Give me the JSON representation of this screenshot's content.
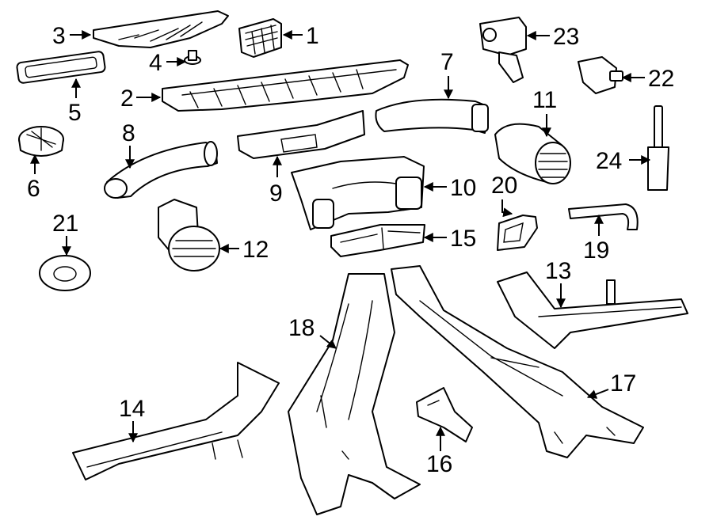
{
  "callouts": [
    {
      "id": "1",
      "label": "1"
    },
    {
      "id": "2",
      "label": "2"
    },
    {
      "id": "3",
      "label": "3"
    },
    {
      "id": "4",
      "label": "4"
    },
    {
      "id": "5",
      "label": "5"
    },
    {
      "id": "6",
      "label": "6"
    },
    {
      "id": "7",
      "label": "7"
    },
    {
      "id": "8",
      "label": "8"
    },
    {
      "id": "9",
      "label": "9"
    },
    {
      "id": "10",
      "label": "10"
    },
    {
      "id": "11",
      "label": "11"
    },
    {
      "id": "12",
      "label": "12"
    },
    {
      "id": "13",
      "label": "13"
    },
    {
      "id": "14",
      "label": "14"
    },
    {
      "id": "15",
      "label": "15"
    },
    {
      "id": "16",
      "label": "16"
    },
    {
      "id": "17",
      "label": "17"
    },
    {
      "id": "18",
      "label": "18"
    },
    {
      "id": "19",
      "label": "19"
    },
    {
      "id": "20",
      "label": "20"
    },
    {
      "id": "21",
      "label": "21"
    },
    {
      "id": "22",
      "label": "22"
    },
    {
      "id": "23",
      "label": "23"
    },
    {
      "id": "24",
      "label": "24"
    }
  ],
  "style": {
    "line_color": "#000000",
    "background": "#ffffff"
  }
}
